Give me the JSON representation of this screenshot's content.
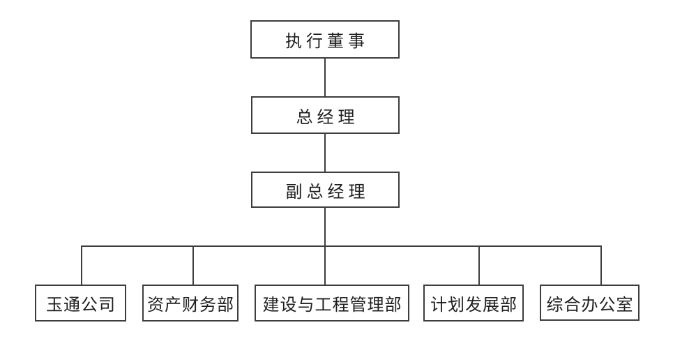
{
  "diagram": {
    "type": "org-chart",
    "nodes": {
      "executive_director": {
        "label": "执行董事"
      },
      "general_manager": {
        "label": "总经理"
      },
      "deputy_general_manager": {
        "label": "副总经理"
      }
    },
    "departments": [
      {
        "label": "玉通公司"
      },
      {
        "label": "资产财务部"
      },
      {
        "label": "建设与工程管理部"
      },
      {
        "label": "计划发展部"
      },
      {
        "label": "综合办公室"
      }
    ],
    "edges": [
      {
        "from": "执行董事",
        "to": "总经理"
      },
      {
        "from": "总经理",
        "to": "副总经理"
      },
      {
        "from": "副总经理",
        "to": "玉通公司"
      },
      {
        "from": "副总经理",
        "to": "资产财务部"
      },
      {
        "from": "副总经理",
        "to": "建设与工程管理部"
      },
      {
        "from": "副总经理",
        "to": "计划发展部"
      },
      {
        "from": "副总经理",
        "to": "综合办公室"
      }
    ],
    "colors": {
      "line": "#3d3d3d",
      "box_background": "#ffffff",
      "page_background": "#ffffff",
      "text": "#1f1f1f"
    }
  }
}
